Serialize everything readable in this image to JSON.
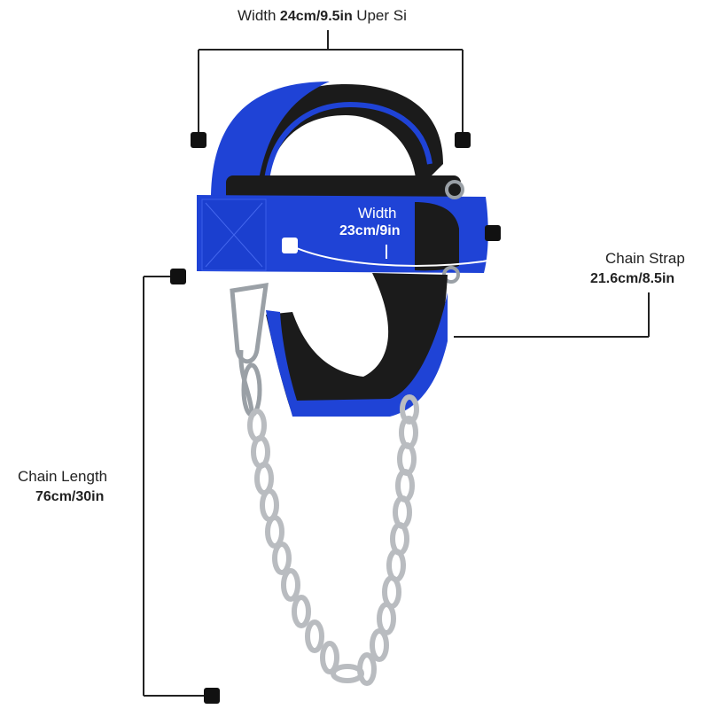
{
  "labels": {
    "top_width": {
      "prefix": "Width",
      "value": "24cm/9.5in",
      "suffix": "Uper Si"
    },
    "inner_width": {
      "name": "Width",
      "value": "23cm/9in"
    },
    "chain_strap": {
      "name": "Chain Strap",
      "value": "21.6cm/8.5in"
    },
    "chain_length": {
      "name": "Chain Length",
      "value": "76cm/30in"
    }
  },
  "colors": {
    "strap_blue": "#1f43d6",
    "strap_blue_dark": "#1634a8",
    "padding_black": "#1b1b1b",
    "chain_steel": "#b9bcc0",
    "annotation_line": "#222222",
    "background": "#ffffff"
  }
}
